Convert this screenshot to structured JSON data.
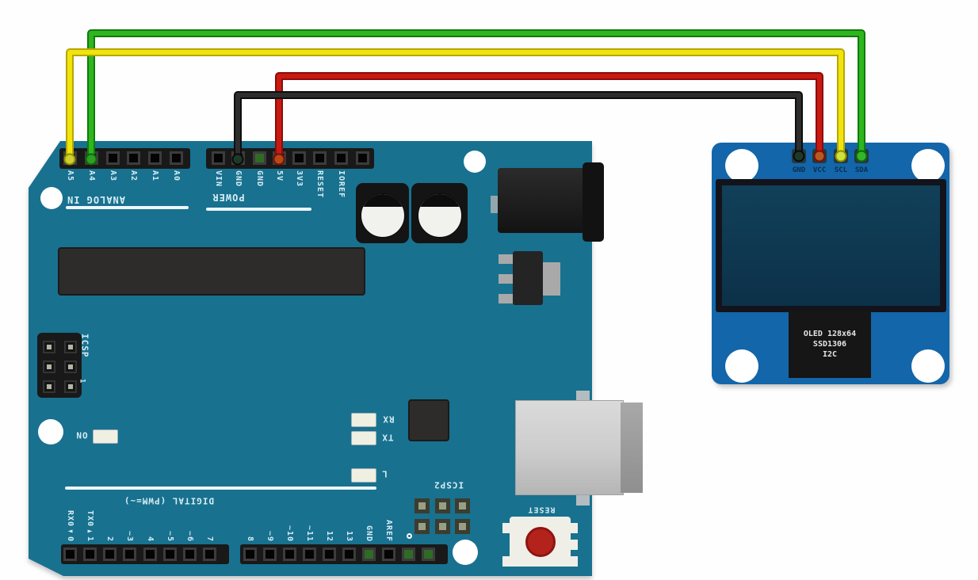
{
  "colors": {
    "arduino_board": "#18718f",
    "oled_board": "#1266a9",
    "silkscreen": "#d8edf4",
    "oled_screen": "#0e3a57",
    "wire_green": "#2fb61f",
    "wire_yellow": "#f0e40c",
    "wire_red": "#c81a12",
    "wire_black": "#2d2d2d"
  },
  "arduino": {
    "analog_section_label": "ANALOG IN",
    "power_section_label": "POWER",
    "digital_section_label": "DIGITAL (PWM=~)",
    "analog_pins": [
      "A5",
      "A4",
      "A3",
      "A2",
      "A1",
      "A0"
    ],
    "power_pins": [
      "VIN",
      "GND",
      "GND",
      "5V",
      "3V3",
      "RESET",
      "IOREF",
      ""
    ],
    "digital_pins_0_7": [
      "RX0◄0",
      "TX0►1",
      "2",
      "~3",
      "4",
      "~5",
      "~6",
      "7"
    ],
    "digital_pins_8_up": [
      "8",
      "~9",
      "~10",
      "~11",
      "12",
      "13",
      "GND",
      "AREF",
      "",
      ""
    ],
    "icsp_label": "ICSP",
    "icsp_pin1": "1",
    "icsp2_label": "ICSP2",
    "on_label": "ON",
    "rx_label": "RX",
    "tx_label": "TX",
    "l_label": "L",
    "reset_label": "RESET"
  },
  "oled": {
    "pin_labels": [
      "GND",
      "VCC",
      "SCL",
      "SDA"
    ],
    "module_label_lines": [
      "OLED 128x64",
      "SSD1306",
      "I2C"
    ]
  },
  "wires": [
    {
      "name": "sda-wire",
      "signal": "SDA",
      "color": "#2fb61f",
      "outline": "#117a0c",
      "from": "A4",
      "to": "OLED_SDA"
    },
    {
      "name": "scl-wire",
      "signal": "SCL",
      "color": "#f0e40c",
      "outline": "#b7a606",
      "from": "A5",
      "to": "OLED_SCL"
    },
    {
      "name": "vcc-wire",
      "signal": "5V",
      "color": "#c81a12",
      "outline": "#8c0b06",
      "from": "5V",
      "to": "OLED_VCC"
    },
    {
      "name": "gnd-wire",
      "signal": "GND",
      "color": "#2d2d2d",
      "outline": "#0d0d0d",
      "from": "GND",
      "to": "OLED_GND"
    }
  ]
}
